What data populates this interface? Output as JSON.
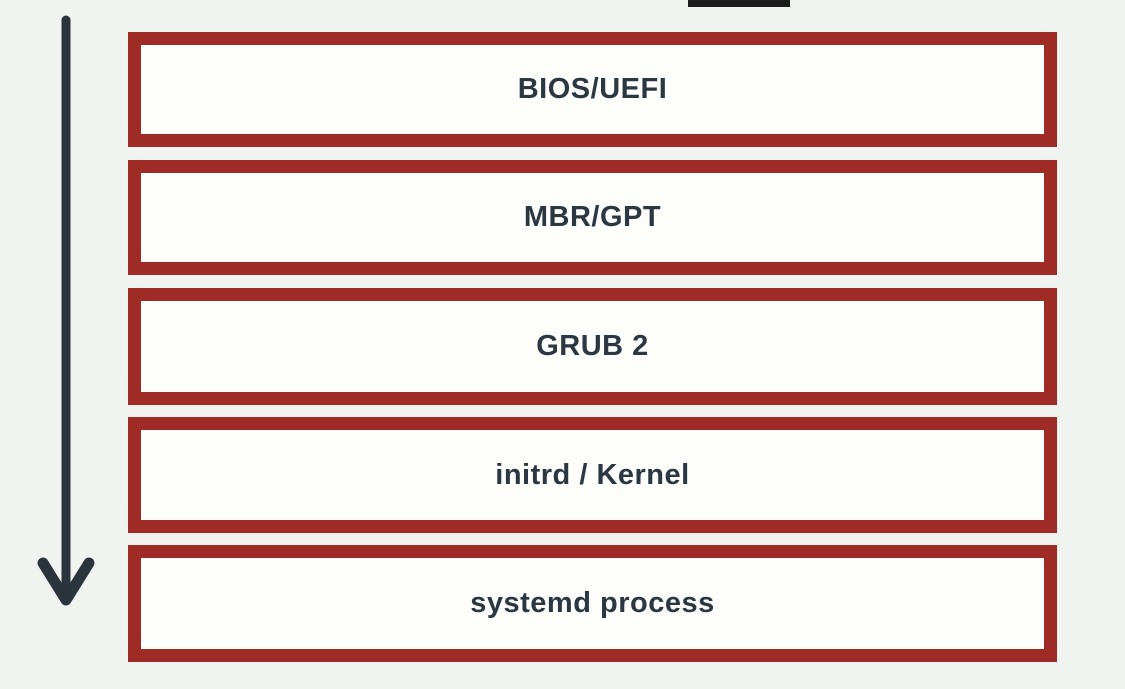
{
  "diagram": {
    "type": "flow",
    "direction": "top-to-bottom",
    "boxes": [
      {
        "label": "BIOS/UEFI"
      },
      {
        "label": "MBR/GPT"
      },
      {
        "label": "GRUB 2"
      },
      {
        "label": "initrd / Kernel"
      },
      {
        "label": "systemd process"
      }
    ],
    "arrow": {
      "icon": "down-arrow-icon",
      "direction": "down"
    },
    "colors": {
      "background": "#f1f3f0",
      "box_border": "#9e2b25",
      "box_fill": "#fdfdfc",
      "label_text": "#2c3742",
      "arrow": "#2b333d",
      "top_fragment": "#1d1d1d"
    }
  }
}
